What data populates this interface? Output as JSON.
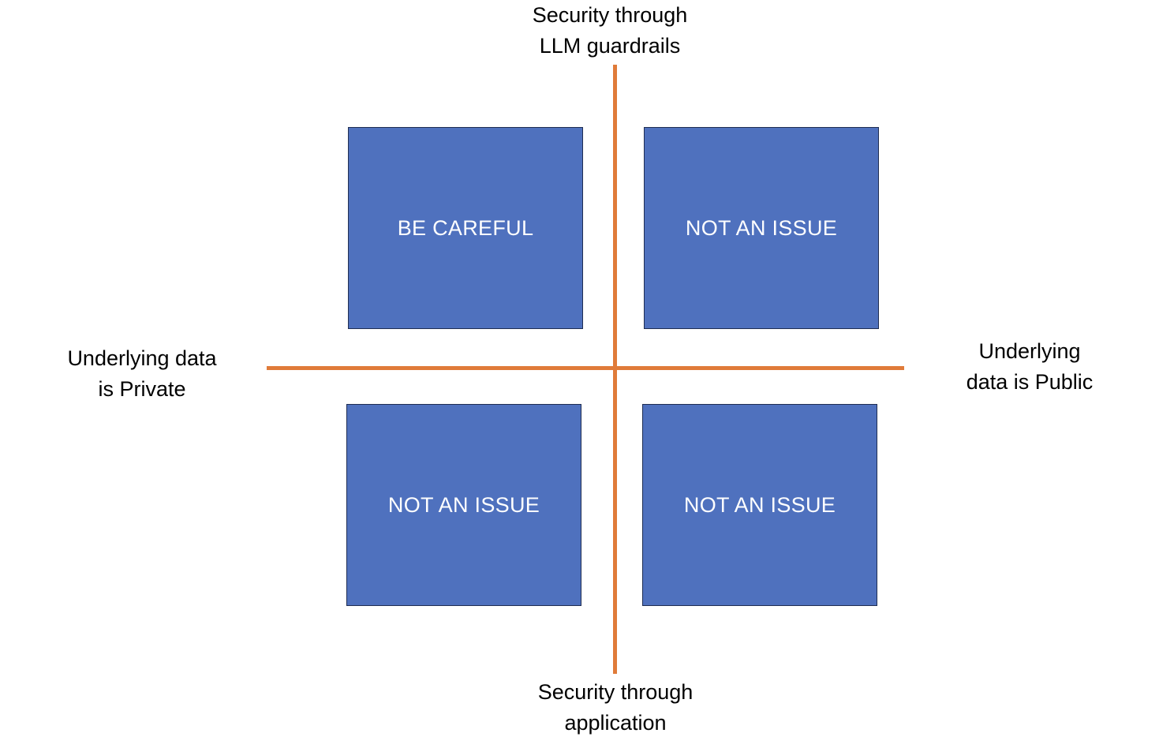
{
  "axes": {
    "top": [
      "Security through",
      "LLM guardrails"
    ],
    "bottom": [
      "Security through",
      "application"
    ],
    "left": [
      "Underlying data",
      "is Private"
    ],
    "right": [
      "Underlying",
      "data is Public"
    ]
  },
  "quadrants": {
    "top_left": "BE CAREFUL",
    "top_right": "NOT AN ISSUE",
    "bottom_left": "NOT AN ISSUE",
    "bottom_right": "NOT AN ISSUE"
  },
  "colors": {
    "axis_line": "#E07B39",
    "box_fill": "#4F71BE",
    "box_text": "#FFFFFF"
  }
}
